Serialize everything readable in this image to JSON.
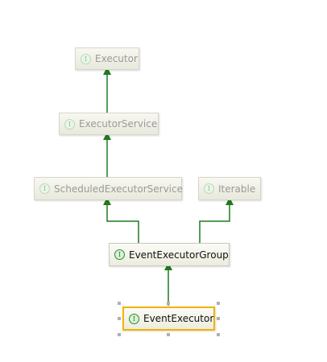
{
  "diagram": {
    "nodes": {
      "executor": {
        "label": "Executor",
        "badge": "I"
      },
      "executor_service": {
        "label": "ExecutorService",
        "badge": "I"
      },
      "scheduled_executor_service": {
        "label": "ScheduledExecutorService",
        "badge": "I"
      },
      "iterable": {
        "label": "Iterable",
        "badge": "I"
      },
      "event_executor_group": {
        "label": "EventExecutorGroup",
        "badge": "I"
      },
      "event_executor": {
        "label": "EventExecutor",
        "badge": "I"
      }
    },
    "edges": [
      {
        "from": "executor_service",
        "to": "executor",
        "type": "extends"
      },
      {
        "from": "scheduled_executor_service",
        "to": "executor_service",
        "type": "extends"
      },
      {
        "from": "event_executor_group",
        "to": "scheduled_executor_service",
        "type": "extends"
      },
      {
        "from": "event_executor_group",
        "to": "iterable",
        "type": "extends"
      },
      {
        "from": "event_executor",
        "to": "event_executor_group",
        "type": "extends"
      }
    ],
    "selected_node": "event_executor",
    "colors": {
      "edge": "#1f7a1f",
      "selection_border": "#f0b400",
      "muted_text": "#9a9a9a",
      "active_text": "#111111"
    }
  }
}
